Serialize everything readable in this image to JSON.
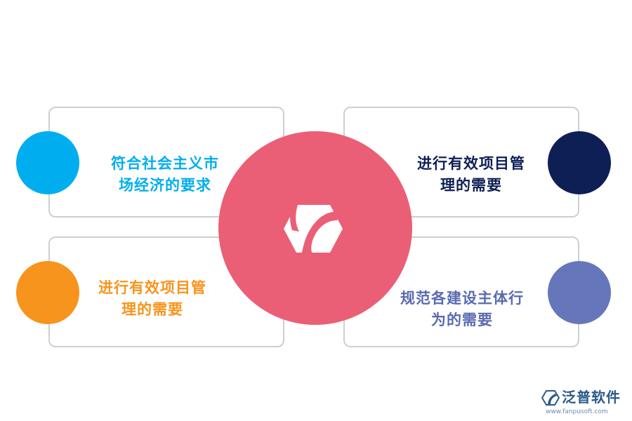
{
  "items": [
    {
      "text": "符合社会主义市\n场经济的要求",
      "color": "#00aeef",
      "dot_color": "#00aeef"
    },
    {
      "text": "进行有效项目管\n理的需要",
      "color": "#0e1f55",
      "dot_color": "#0e1f55"
    },
    {
      "text": "进行有效项目管\n理的需要",
      "color": "#f7941d",
      "dot_color": "#f7941d"
    },
    {
      "text": "规范各建设主体行\n为的需要",
      "color": "#5a6ab0",
      "dot_color": "#6676bb"
    }
  ],
  "center": {
    "color": "#ea5f76",
    "icon": "brand-logo-icon"
  },
  "watermark": {
    "name": "泛普软件",
    "url": "www.fanpusoft.com",
    "icon": "fanpu-logo-icon"
  }
}
